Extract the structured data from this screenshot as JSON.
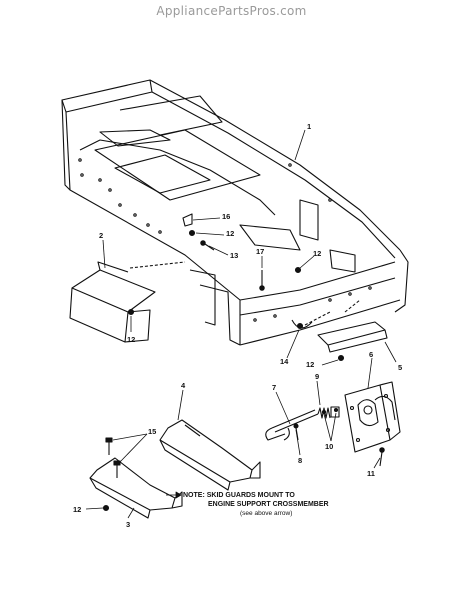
{
  "header": {
    "watermark": "AppliancePartsPros.com"
  },
  "callouts": [
    "1",
    "2",
    "3",
    "4",
    "5",
    "6",
    "7",
    "8",
    "9",
    "10",
    "11",
    "12",
    "12",
    "12",
    "12",
    "12",
    "13",
    "14",
    "15",
    "16",
    "17"
  ],
  "note": {
    "line1": "NOTE: SKID GUARDS MOUNT TO",
    "line2": "ENGINE SUPPORT CROSSMEMBER",
    "line3": "(see above arrow)"
  }
}
